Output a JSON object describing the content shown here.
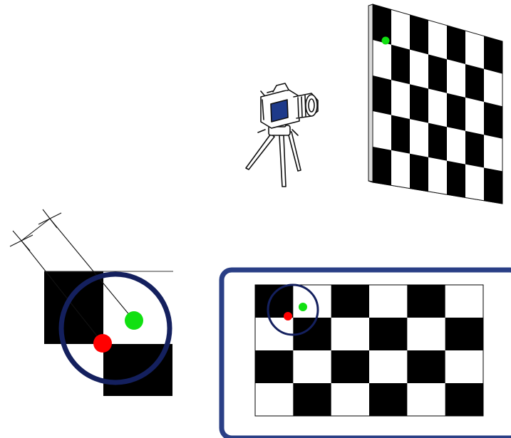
{
  "diagram": {
    "kind": "camera-calibration-checkerboard-illustration",
    "colors": {
      "board_dark": "#000000",
      "board_light": "#ffffff",
      "frame_blue": "#2a3f86",
      "ring_blue": "#14205e",
      "detected_corner": "#ff0000",
      "projected_corner": "#11e011",
      "camera_screen": "#1e3a8a",
      "line": "#111111"
    },
    "icons": {
      "camera": "camera-on-tripod-icon",
      "target": "checkerboard-target",
      "zoom": "magnified-corner-detail"
    },
    "checkerboard": {
      "rows": 4,
      "cols": 6,
      "first_square": "dark"
    }
  }
}
